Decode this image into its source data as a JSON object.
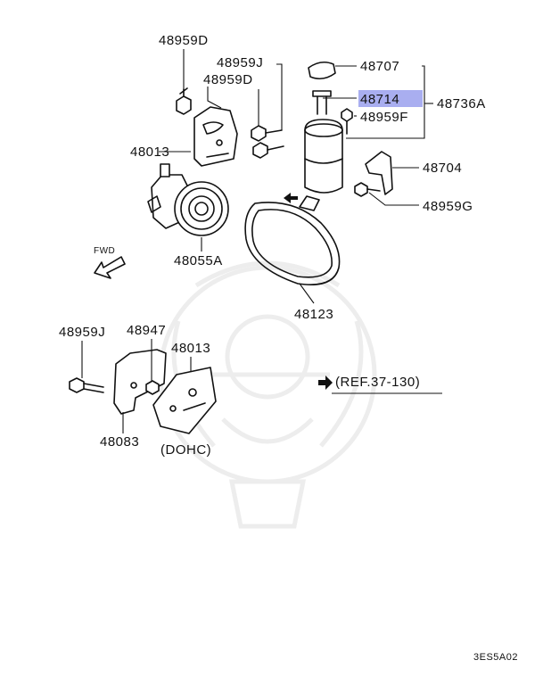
{
  "labels": {
    "p48959D_top": "48959D",
    "p48959J_top": "48959J",
    "p48959D_mid": "48959D",
    "p48013_top": "48013",
    "p48055A": "48055A",
    "p48707": "48707",
    "p48714": "48714",
    "p48736A": "48736A",
    "p48959F": "48959F",
    "p48704": "48704",
    "p48959G": "48959G",
    "p48123": "48123",
    "fwd": "FWD",
    "p48959J_bot": "48959J",
    "p48947": "48947",
    "p48013_bot": "48013",
    "p48083": "48083",
    "dohc": "(DOHC)",
    "ref": "(REF.37-130)",
    "code": "3ES5A02"
  },
  "highlight": {
    "part": "48714",
    "color": "#a9aef0"
  },
  "colors": {
    "ink": "#111111",
    "watermark": "#ededed"
  }
}
